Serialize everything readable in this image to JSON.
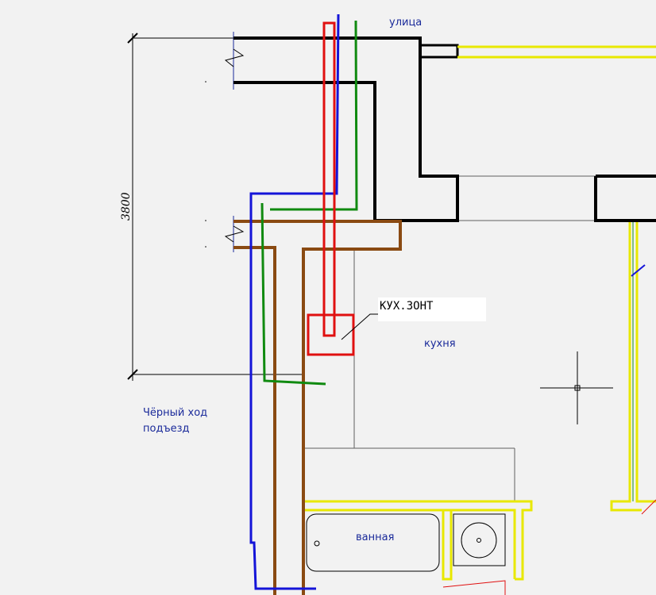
{
  "labels": {
    "street": "улица",
    "hood": "КУХ.ЗОНТ",
    "kitchen": "кухня",
    "back_entrance_line1": "Чёрный ход",
    "back_entrance_line2": "подъезд",
    "bathroom": "ванная",
    "dimension": "3800"
  },
  "colors": {
    "background": "#f2f2f2",
    "wall": "#000000",
    "duct_red": "#e01010",
    "pipe_blue": "#1414d8",
    "pipe_green": "#108a10",
    "wall_brown": "#8a4a12",
    "new_wall_yellow": "#e8e800",
    "thin_line": "#606060"
  }
}
